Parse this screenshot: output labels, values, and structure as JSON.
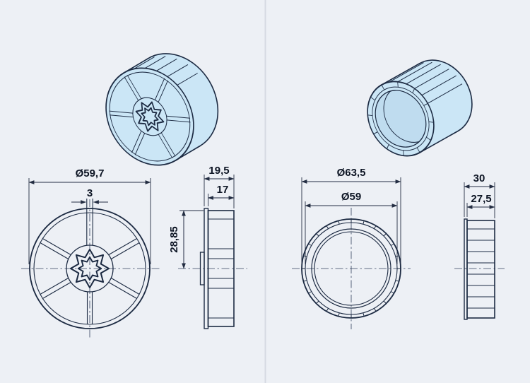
{
  "page": {
    "type": "technical-drawing",
    "background": "#edf0f5",
    "divider_color": "#d6dae2"
  },
  "style": {
    "part_fill": "#cbe6f6",
    "part_fill_shade": "#bfdcef",
    "outline": "#1c2a42",
    "dimension_color": "#232d42"
  },
  "left": {
    "part": "adapter-wheel",
    "dims": {
      "diameter": "Ø59,7",
      "slot": "3",
      "height": "28,85",
      "depth_total": "19,5",
      "depth_body": "17"
    }
  },
  "right": {
    "part": "crown-ring",
    "dims": {
      "outer": "Ø63,5",
      "inner": "Ø59",
      "depth_total": "30",
      "depth_body": "27,5"
    }
  }
}
